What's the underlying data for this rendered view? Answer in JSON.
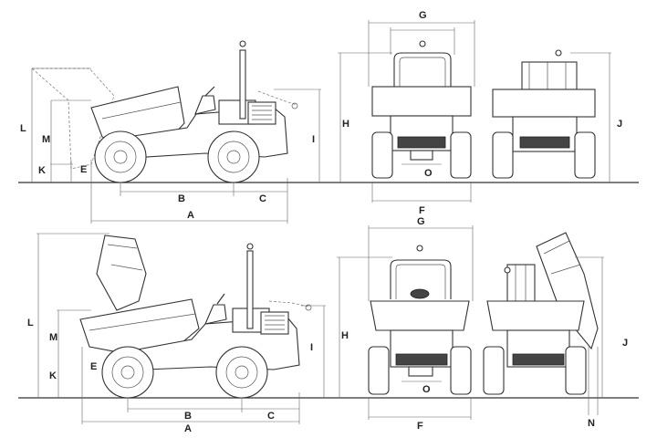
{
  "labels": {
    "A": "A",
    "B": "B",
    "C": "C",
    "E": "E",
    "F": "F",
    "G": "G",
    "H": "H",
    "I": "I",
    "J": "J",
    "K": "K",
    "L": "L",
    "M": "M",
    "N": "N",
    "O": "O"
  }
}
